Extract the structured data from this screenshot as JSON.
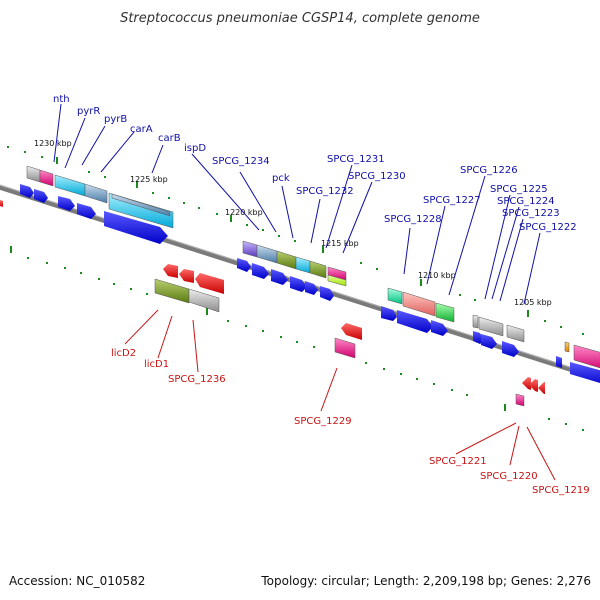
{
  "title": "Streptococcus pneumoniae CGSP14, complete genome",
  "footer": {
    "accession": "Accession: NC_010582",
    "topology": "Topology: circular; Length: 2,209,198 bp; Genes: 2,276"
  },
  "kbp_labels": [
    "1230 kbp",
    "1225 kbp",
    "1220 kbp",
    "1215 kbp",
    "1210 kbp",
    "1205 kbp"
  ],
  "top_labels": [
    "nth",
    "pyrR",
    "pyrB",
    "carA",
    "carB",
    "ispD",
    "SPCG_1234",
    "pck",
    "SPCG_1232",
    "SPCG_1231",
    "SPCG_1230",
    "SPCG_1228",
    "SPCG_1227",
    "SPCG_1226",
    "SPCG_1225",
    "SPCG_1224",
    "SPCG_1223",
    "SPCG_1222"
  ],
  "bottom_labels": [
    "licD2",
    "licD1",
    "SPCG_1236",
    "SPCG_1229",
    "SPCG_1221",
    "SPCG_1220",
    "SPCG_1219"
  ],
  "colors": {
    "label_forward": "#1010a8",
    "label_reverse": "#c81414",
    "backbone": "#7a7a7a",
    "gene_arrow_blue": "#1414e6",
    "gene_arrow_red": "#e61414",
    "tick_green": "#1a8a1a"
  }
}
